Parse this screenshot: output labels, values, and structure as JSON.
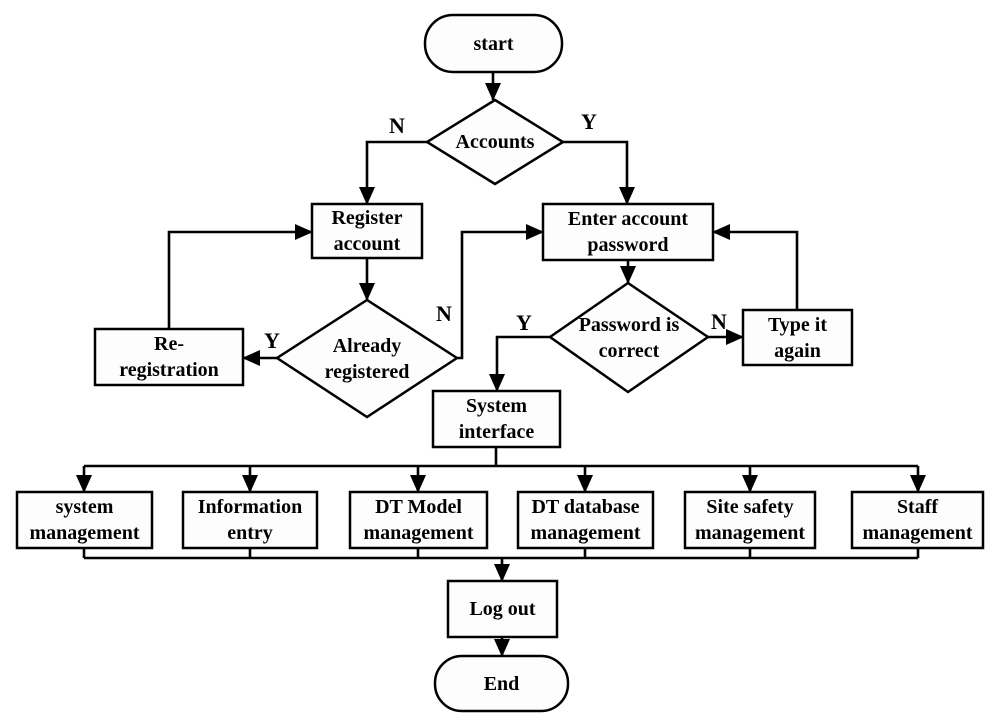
{
  "diagram": {
    "type": "flowchart",
    "background_color": "#ffffff",
    "line_color": "#000000",
    "nodes": {
      "start": {
        "type": "terminator",
        "label": "start"
      },
      "accounts": {
        "type": "decision",
        "label": "Accounts"
      },
      "register_account": {
        "type": "process",
        "label": "Register\naccount"
      },
      "enter_account_password": {
        "type": "process",
        "label": "Enter account\npassword"
      },
      "already_registered": {
        "type": "decision",
        "label": "Already\nregistered"
      },
      "re_registration": {
        "type": "process",
        "label": "Re-\nregistration"
      },
      "password_is_correct": {
        "type": "decision",
        "label": "Password is\ncorrect"
      },
      "type_it_again": {
        "type": "process",
        "label": "Type it\nagain"
      },
      "system_interface": {
        "type": "process",
        "label": "System\ninterface"
      },
      "system_management": {
        "type": "process",
        "label": "system\nmanagement"
      },
      "information_entry": {
        "type": "process",
        "label": "Information\nentry"
      },
      "dt_model_management": {
        "type": "process",
        "label": "DT Model\nmanagement"
      },
      "dt_database_management": {
        "type": "process",
        "label": "DT database\nmanagement"
      },
      "site_safety_management": {
        "type": "process",
        "label": "Site safety\nmanagement"
      },
      "staff_management": {
        "type": "process",
        "label": "Staff\nmanagement"
      },
      "log_out": {
        "type": "process",
        "label": "Log out"
      },
      "end": {
        "type": "terminator",
        "label": "End"
      }
    },
    "branch_labels": {
      "accounts_no": "N",
      "accounts_yes": "Y",
      "already_registered_yes": "Y",
      "already_registered_no": "N",
      "password_correct_yes": "Y",
      "password_correct_no": "N"
    }
  }
}
